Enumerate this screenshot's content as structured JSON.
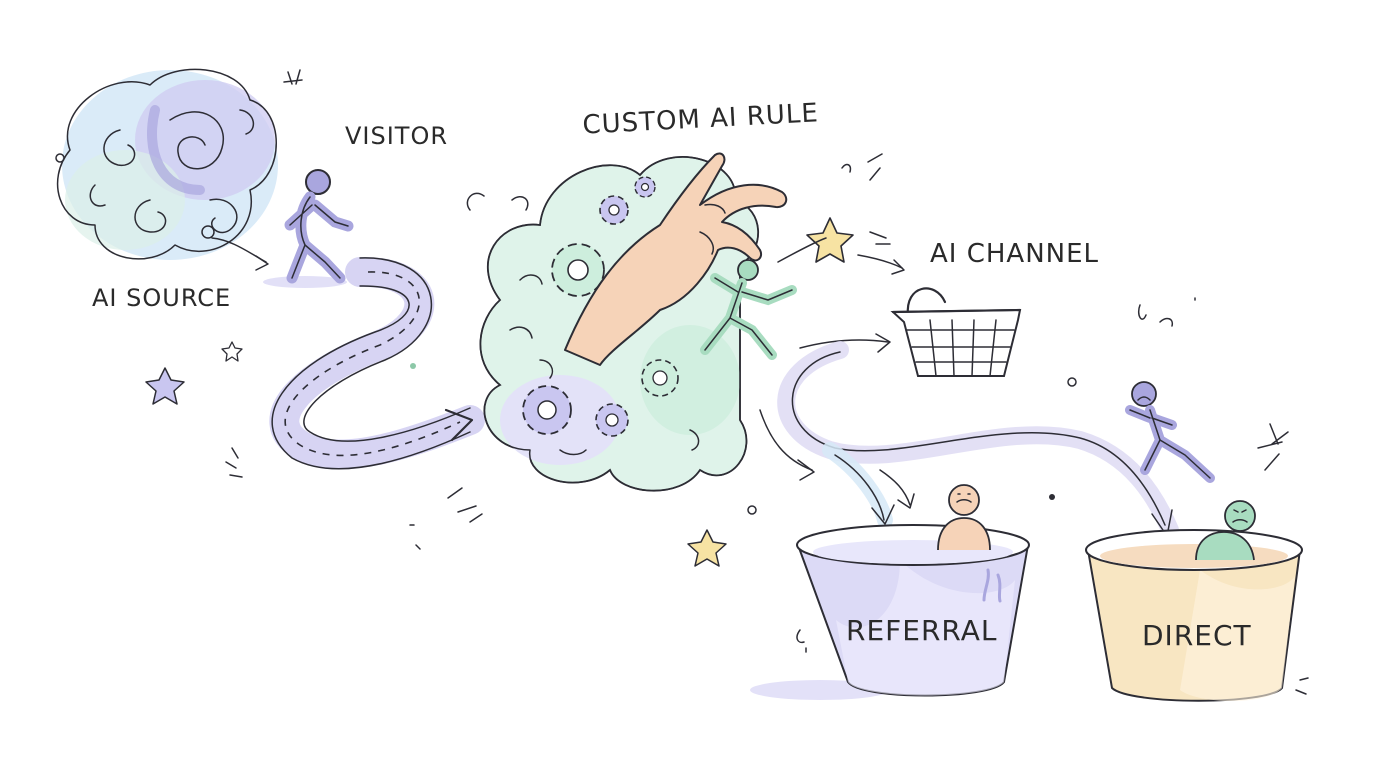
{
  "labels": {
    "ai_source": "AI SOURCE",
    "visitor": "VISITOR",
    "custom_ai_rule": "CUSTOM AI RULE",
    "ai_channel": "AI CHANNEL",
    "referral": "REFERRAL",
    "direct": "DIRECT"
  },
  "colors": {
    "lavender": "#c9c6f0",
    "mint": "#cdeedd",
    "peach": "#f6d3b8",
    "sky": "#d6e9f7",
    "bucket_referral": "#dcdaf6",
    "bucket_direct": "#f8e6c2",
    "figure_purple": "#a9a6de",
    "figure_green": "#a8dcc0",
    "star_yellow": "#f7e3a3"
  },
  "icons": [
    "swirl-cloud-icon",
    "walking-person-icon",
    "gear-icon",
    "hand-icon",
    "basket-icon",
    "bucket-icon",
    "star-icon",
    "sad-face-icon"
  ]
}
